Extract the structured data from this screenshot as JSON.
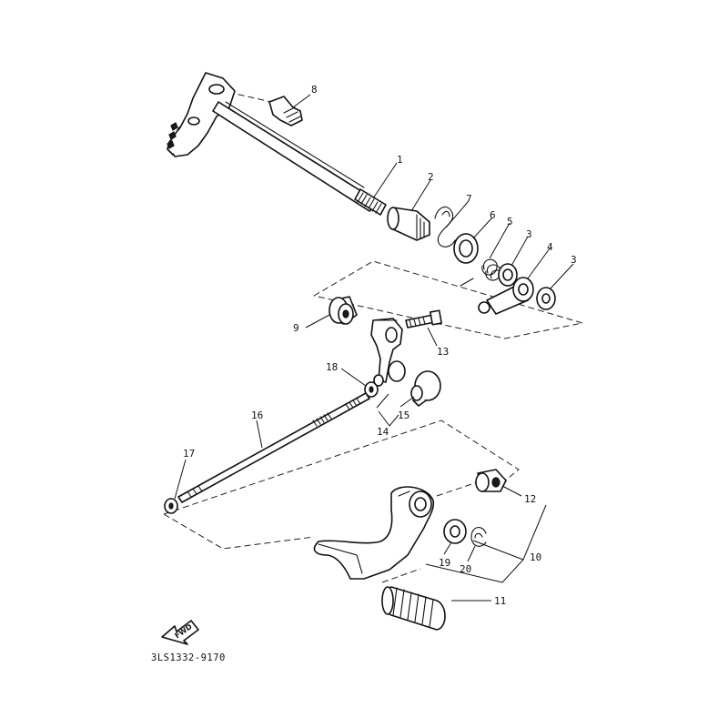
{
  "diagram": {
    "catalog_number": "3LS1332-9170",
    "direction_marker": "FWD"
  },
  "callouts": {
    "c1": "1",
    "c2": "2",
    "c3a": "3",
    "c3b": "3",
    "c4": "4",
    "c5": "5",
    "c6": "6",
    "c7": "7",
    "c8": "8",
    "c9": "9",
    "c10": "10",
    "c11": "11",
    "c12": "12",
    "c13": "13",
    "c14": "14",
    "c15": "15",
    "c16": "16",
    "c17": "17",
    "c18": "18",
    "c19": "19",
    "c20": "20"
  }
}
